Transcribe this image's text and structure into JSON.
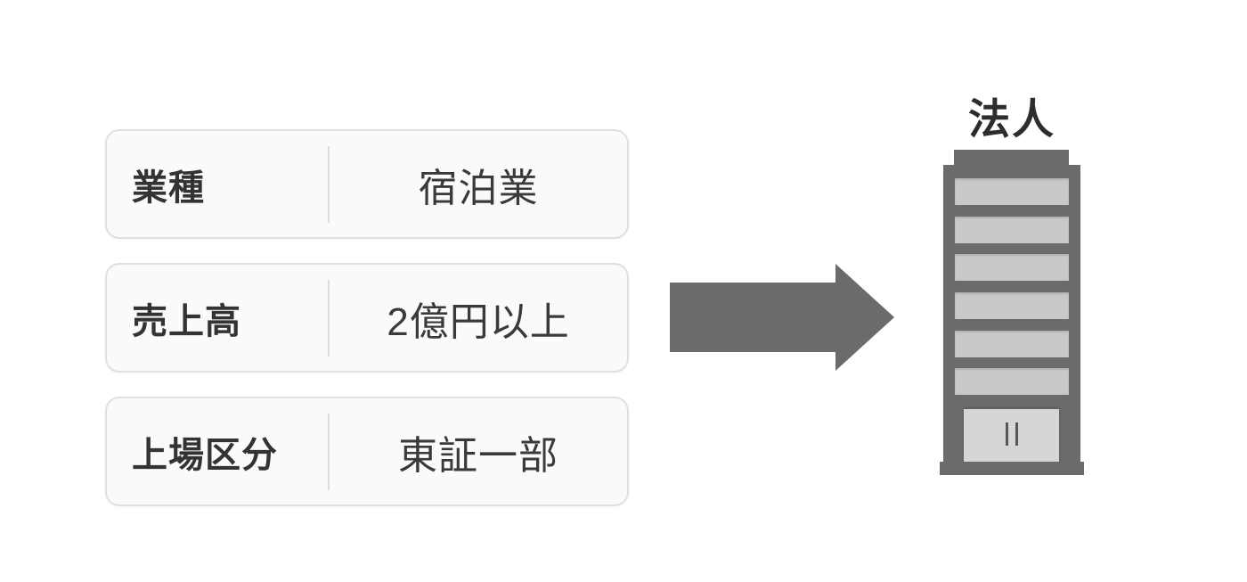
{
  "diagram": {
    "rows": [
      {
        "label": "業種",
        "value": "宿泊業"
      },
      {
        "label": "売上高",
        "value": "2億円以上"
      },
      {
        "label": "上場区分",
        "value": "東証一部"
      }
    ],
    "result_label": "法人"
  },
  "icons": {
    "arrow": "right-arrow-icon",
    "building": "office-building-icon"
  },
  "colors": {
    "shape_gray": "#6b6b6b",
    "window_gray": "#c9c9c9",
    "door_gray": "#d6d6d6",
    "box_background": "#fafafa",
    "box_border": "#e0e0e0",
    "text_dark": "#333333"
  }
}
